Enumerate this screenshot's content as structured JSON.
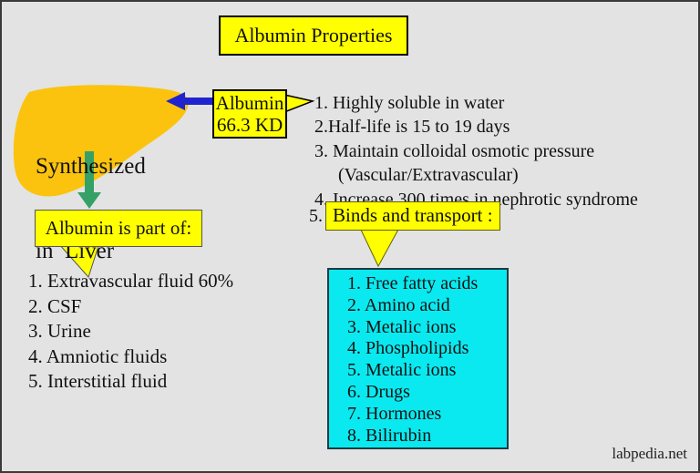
{
  "title": "Albumin Properties",
  "liver": {
    "label_line1": "Synthesized",
    "label_line2": "in  Liver"
  },
  "albumin_tag": {
    "line1": "Albumin",
    "line2": "66.3 KD"
  },
  "properties": {
    "items": [
      "1. Highly soluble in water",
      "2.Half-life is 15 to 19 days",
      "3. Maintain colloidal osmotic pressure",
      "(Vascular/Extravascular)",
      "4. Increase 300 times in nephrotic syndrome"
    ],
    "item5_number": "5.",
    "binds_label": "Binds and transport :"
  },
  "part_of": {
    "header": "Albumin is part of:",
    "items": [
      "1. Extravascular fluid 60%",
      "2. CSF",
      "3. Urine",
      "4. Amniotic fluids",
      "5. Interstitial fluid"
    ]
  },
  "binds_list": {
    "items": [
      "1. Free fatty acids",
      "2. Amino acid",
      "3. Metalic ions",
      "4. Phospholipids",
      "5. Metalic ions",
      "6. Drugs",
      "7. Hormones",
      "8. Bilirubin"
    ]
  },
  "arrows": {
    "albumin_to_liver": {
      "direction": "left",
      "color": "#2024ce"
    },
    "liver_to_part_of": {
      "direction": "down",
      "color": "#35a167"
    }
  },
  "colors": {
    "background": "#e3e3e3",
    "frame_border": "#3a3a3a",
    "highlight_yellow": "#ffff00",
    "liver_gold": "#fbc30e",
    "cyan_panel": "#0ae9f0",
    "arrow_blue": "#2024ce",
    "arrow_green": "#35a167",
    "text": "#111111"
  },
  "credit": "labpedia.net"
}
